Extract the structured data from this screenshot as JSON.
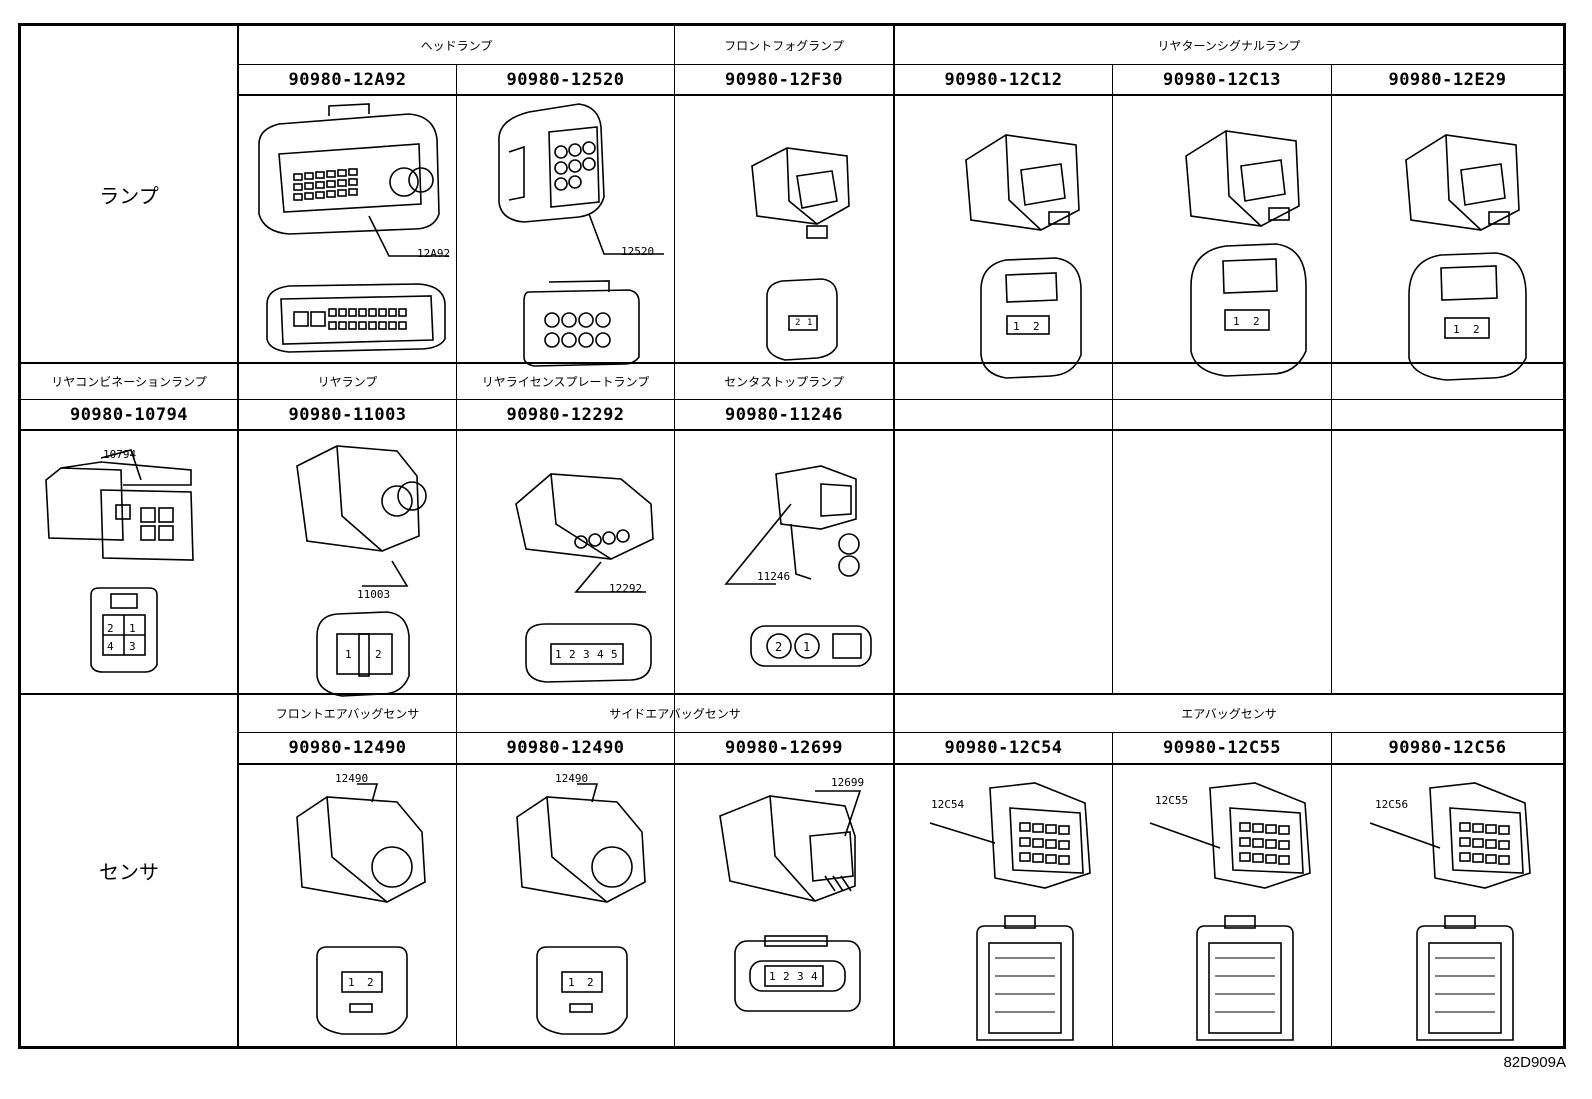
{
  "row_labels": {
    "lamp": "ランプ",
    "sensor": "センサ"
  },
  "groups_row1": {
    "headlamp": "ヘッドランプ",
    "front_fog": "フロントフォグランプ",
    "rear_turn": "リヤターンシグナルランプ"
  },
  "groups_row2": {
    "rear_combination": "リヤコンビネーションランプ",
    "rear_lamp": "リヤランプ",
    "license_plate": "リヤライセンスプレートランプ",
    "center_stop": "センタストップランプ"
  },
  "groups_row3": {
    "front_airbag": "フロントエアバッグセンサ",
    "side_airbag": "サイドエアバッグセンサ",
    "airbag": "エアバッグセンサ"
  },
  "part_numbers_row1": [
    "90980-12A92",
    "90980-12520",
    "90980-12F30",
    "90980-12C12",
    "90980-12C13",
    "90980-12E29"
  ],
  "part_numbers_row2": [
    "90980-10794",
    "90980-11003",
    "90980-12292",
    "90980-11246"
  ],
  "part_numbers_row3": [
    "90980-12490",
    "90980-12490",
    "90980-12699",
    "90980-12C54",
    "90980-12C55",
    "90980-12C56"
  ],
  "callouts": {
    "c12A92": "12A92",
    "c12520": "12520",
    "c10794": "10794",
    "c11003": "11003",
    "c12292": "12292",
    "c11246": "11246",
    "c12490a": "12490",
    "c12490b": "12490",
    "c12699": "12699",
    "c12C54": "12C54",
    "c12C55": "12C55",
    "c12C56": "12C56"
  },
  "pin_labels": {
    "two_12": [
      "1",
      "2"
    ],
    "two_21": [
      "2",
      "1"
    ],
    "four_grid": [
      "2",
      "1",
      "4",
      "3"
    ],
    "five_row": [
      "1",
      "2",
      "3",
      "4",
      "5"
    ],
    "four_row": [
      "1",
      "2",
      "3",
      "4"
    ]
  },
  "figure_code": "82D909A"
}
